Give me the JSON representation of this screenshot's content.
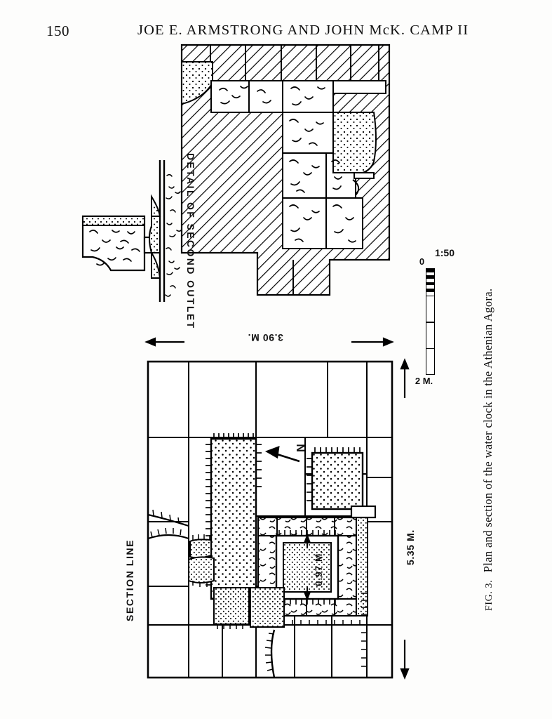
{
  "page": {
    "folio": "150",
    "running_head": "JOE E. ARMSTRONG AND JOHN McK. CAMP II"
  },
  "caption": {
    "fig_label": "FIG. 3.",
    "text": "Plan and section of the water clock in the Athenian Agora."
  },
  "scale": {
    "ratio": "1:50",
    "zero_label": "0",
    "end_label": "2 M."
  },
  "section_detail": {
    "title": "DETAIL OF SECOND OUTLET"
  },
  "plan": {
    "dimension_top": "3.90 M.",
    "dimension_right": "5.35 M.",
    "dimension_inner": "0.97 M.",
    "section_line_label": "SECTION  LINE",
    "north_label": "N"
  },
  "colors": {
    "ink": "#000000",
    "paper": "#fdfdfc"
  }
}
